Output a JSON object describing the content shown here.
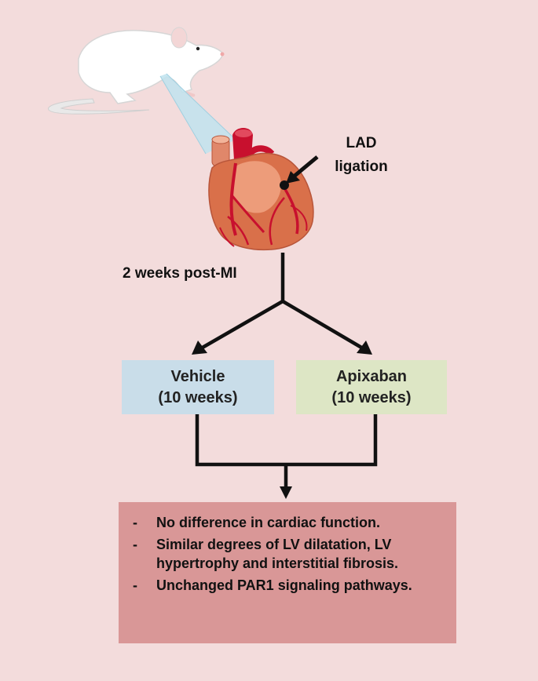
{
  "labels": {
    "lad_line1": "LAD",
    "lad_line2": "ligation",
    "post_mi": "2 weeks post-MI"
  },
  "groups": [
    {
      "name": "Vehicle",
      "duration": "(10 weeks)",
      "color": "#c9dde9"
    },
    {
      "name": "Apixaban",
      "duration": "(10 weeks)",
      "color": "#dde6c5"
    }
  ],
  "outcomes": [
    {
      "bullet": "-",
      "text": "No difference in cardiac function."
    },
    {
      "bullet": "-",
      "text": "Similar degrees of LV dilatation, LV hypertrophy and interstitial fibrosis."
    },
    {
      "bullet": "-",
      "text": "Unchanged PAR1 signaling pathways."
    }
  ],
  "colors": {
    "background": "#f3dcdc",
    "outcome_box": "#d99797",
    "heart": "#d9704a",
    "vessels": "#c8102e"
  },
  "icons": [
    "rat-illustration",
    "heart-illustration"
  ]
}
